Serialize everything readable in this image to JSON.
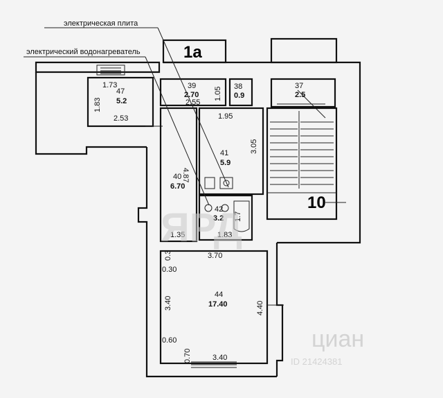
{
  "callouts": {
    "stove": "электрическая плита",
    "heater": "электрический водонагреватель"
  },
  "labels": {
    "block_1a": "1а",
    "block_10": "10"
  },
  "rooms": [
    {
      "number": "47",
      "area": "5.2"
    },
    {
      "number": "39",
      "area": "2.70"
    },
    {
      "number": "38",
      "area": "0.9"
    },
    {
      "number": "37",
      "area": "2.5"
    },
    {
      "number": "41",
      "area": "5.9"
    },
    {
      "number": "40",
      "area": "6.70"
    },
    {
      "number": "42",
      "area": "3.2"
    },
    {
      "number": "44",
      "area": "17.40"
    }
  ],
  "dimensions": {
    "d_1_73": "1.73",
    "d_1_83_left": "1.83",
    "d_2_53": "2.53",
    "d_1_05": "1.05",
    "d_2_55": "2.55",
    "d_1_95": "1.95",
    "d_3_05": "3.05",
    "d_4_87": "4.87",
    "d_1_7": "1.7",
    "d_1_35": "1.35",
    "d_1_83_bottom": "1.83",
    "d_0_3": "0.3",
    "d_0_30": "0.30",
    "d_3_70": "3.70",
    "d_3_40_left": "3.40",
    "d_4_40": "4.40",
    "d_0_60": "0.60",
    "d_0_70": "0.70",
    "d_3_40_bottom": "3.40"
  },
  "watermarks": {
    "yard": "ЯРД",
    "cian": "циан",
    "cian_id": "ID 21424381"
  }
}
